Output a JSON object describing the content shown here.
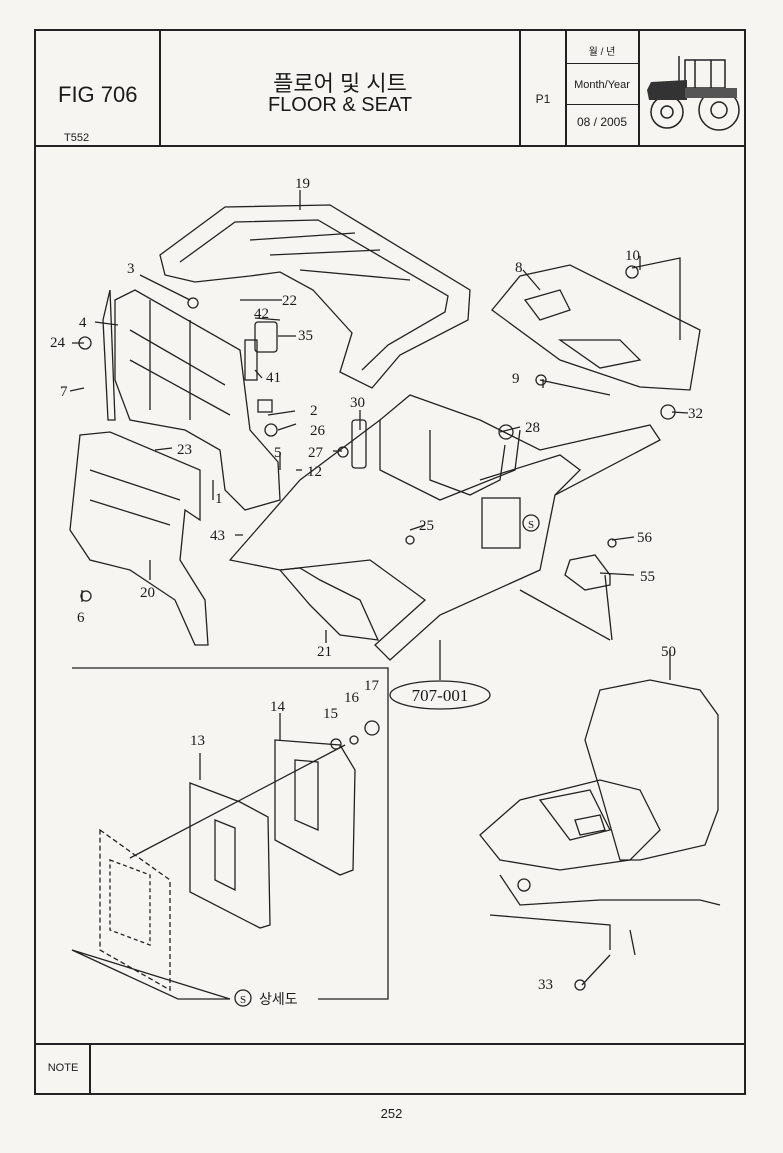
{
  "header": {
    "figure": "FIG 706",
    "model": "T552",
    "title_ko": "플로어 및 시트",
    "title_en": "FLOOR & SEAT",
    "page_code": "P1",
    "date_label_ko": "월 / 년",
    "date_label_en": "Month/Year",
    "date_value": "08 / 2005",
    "thumbnail_icon": "tractor-icon"
  },
  "diagram": {
    "part_labels": [
      "19",
      "3",
      "22",
      "42",
      "35",
      "4",
      "24",
      "7",
      "41",
      "8",
      "10",
      "9",
      "32",
      "30",
      "28",
      "2",
      "26",
      "5",
      "27",
      "12",
      "23",
      "1",
      "20",
      "6",
      "43",
      "25",
      "21",
      "56",
      "55",
      "14",
      "13",
      "15",
      "16",
      "17",
      "50",
      "33"
    ],
    "assembly_ref": "707-001",
    "detail_marker": "S",
    "detail_caption": "상세도"
  },
  "footer": {
    "note_label": "NOTE",
    "page_number": "252"
  }
}
